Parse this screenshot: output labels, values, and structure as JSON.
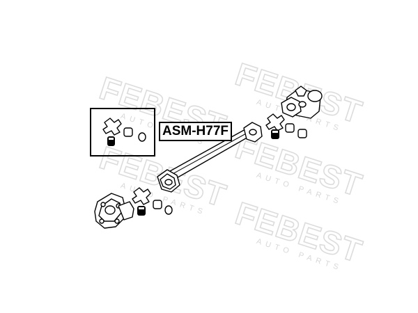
{
  "part_number": "ASM-H77F",
  "watermark": {
    "brand": "FEBEST",
    "tagline": "AUTO PARTS"
  }
}
